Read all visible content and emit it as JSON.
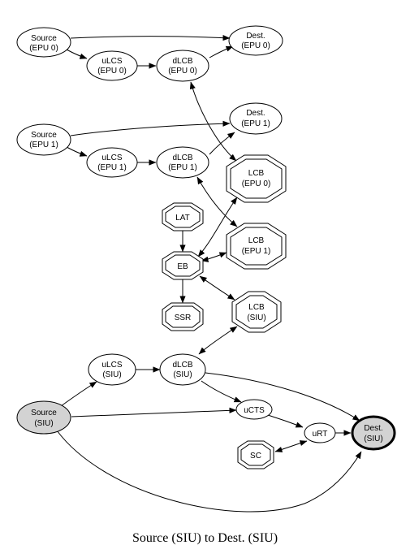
{
  "caption": "Source (SIU) to Dest. (SIU)",
  "nodes": {
    "source_epu0": [
      "Source",
      "(EPU 0)"
    ],
    "dest_epu0": [
      "Dest.",
      "(EPU 0)"
    ],
    "ulcs_epu0": [
      "uLCS",
      "(EPU 0)"
    ],
    "dlcb_epu0": [
      "dLCB",
      "(EPU 0)"
    ],
    "source_epu1": [
      "Source",
      "(EPU 1)"
    ],
    "dest_epu1": [
      "Dest.",
      "(EPU 1)"
    ],
    "ulcs_epu1": [
      "uLCS",
      "(EPU 1)"
    ],
    "dlcb_epu1": [
      "dLCB",
      "(EPU 1)"
    ],
    "lcb_epu0": [
      "LCB",
      "(EPU 0)"
    ],
    "lat": [
      "LAT"
    ],
    "lcb_epu1": [
      "LCB",
      "(EPU 1)"
    ],
    "eb": [
      "EB"
    ],
    "ssr": [
      "SSR"
    ],
    "lcb_siu": [
      "LCB",
      "(SIU)"
    ],
    "ulcs_siu": [
      "uLCS",
      "(SIU)"
    ],
    "dlcb_siu": [
      "dLCB",
      "(SIU)"
    ],
    "source_siu": [
      "Source",
      "(SIU)"
    ],
    "ucts": [
      "uCTS"
    ],
    "urt": [
      "uRT"
    ],
    "dest_siu": [
      "Dest.",
      "(SIU)"
    ],
    "sc": [
      "SC"
    ]
  }
}
